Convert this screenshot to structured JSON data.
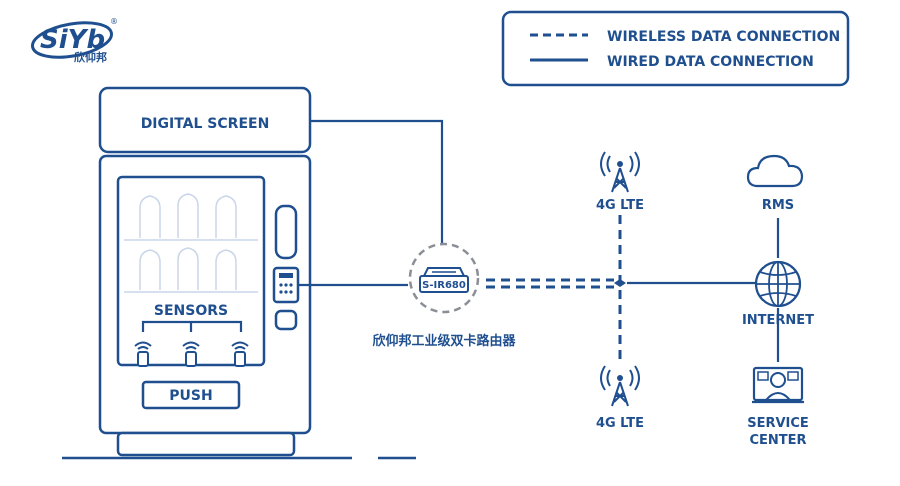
{
  "logo": {
    "wordmark": "SiYb",
    "registered": "®",
    "chinese": "欣仰邦"
  },
  "legend": [
    {
      "style": "dashed",
      "label": "WIRELESS DATA CONNECTION"
    },
    {
      "style": "solid",
      "label": "WIRED DATA CONNECTION"
    }
  ],
  "machine": {
    "screen_label": "DIGITAL SCREEN",
    "sensors_label": "SENSORS",
    "push_label": "PUSH"
  },
  "router": {
    "model": "S-IR680",
    "caption": "欣仰邦工业级双卡路由器"
  },
  "nodes": {
    "tower_top": "4G LTE",
    "tower_bottom": "4G LTE",
    "rms": "RMS",
    "internet": "INTERNET",
    "service_center_line1": "SERVICE",
    "service_center_line2": "CENTER"
  },
  "colors": {
    "primary": "#1f4f8f",
    "accent": "#3b6eb5",
    "muted": "#c9d6ea",
    "dash_gray": "#8a8f96"
  },
  "icons": [
    "signal-tower-icon",
    "cloud-icon",
    "globe-icon",
    "service-center-icon",
    "wifi-sensor-icon",
    "router-icon"
  ]
}
